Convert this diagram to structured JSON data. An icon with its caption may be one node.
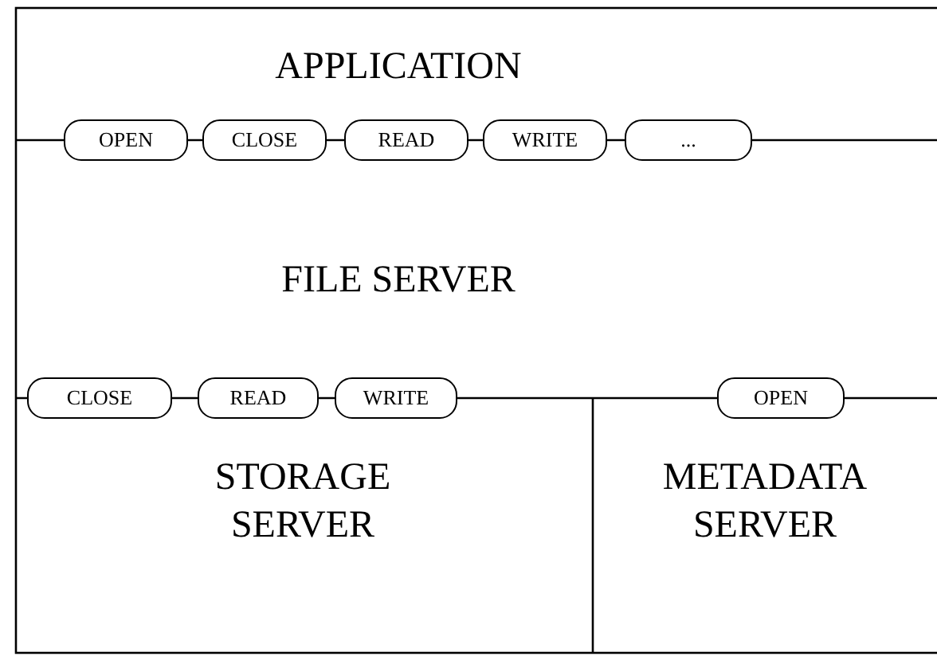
{
  "diagram": {
    "nodes": [
      {
        "text": [
          "APPLICATION"
        ]
      },
      {
        "text": [
          "OPEN"
        ]
      },
      {
        "text": [
          "CLOSE"
        ]
      },
      {
        "text": [
          "READ"
        ]
      },
      {
        "text": [
          "WRITE"
        ]
      },
      {
        "text": [
          "..."
        ]
      },
      {
        "text": [
          "FILE SERVER"
        ]
      },
      {
        "text": [
          "CLOSE"
        ]
      },
      {
        "text": [
          "READ"
        ]
      },
      {
        "text": [
          "WRITE"
        ]
      },
      {
        "text": [
          "OPEN"
        ]
      },
      {
        "text": [
          "STORAGE SERVER"
        ]
      },
      {
        "text": [
          "METADATA SERVER"
        ]
      }
    ]
  }
}
